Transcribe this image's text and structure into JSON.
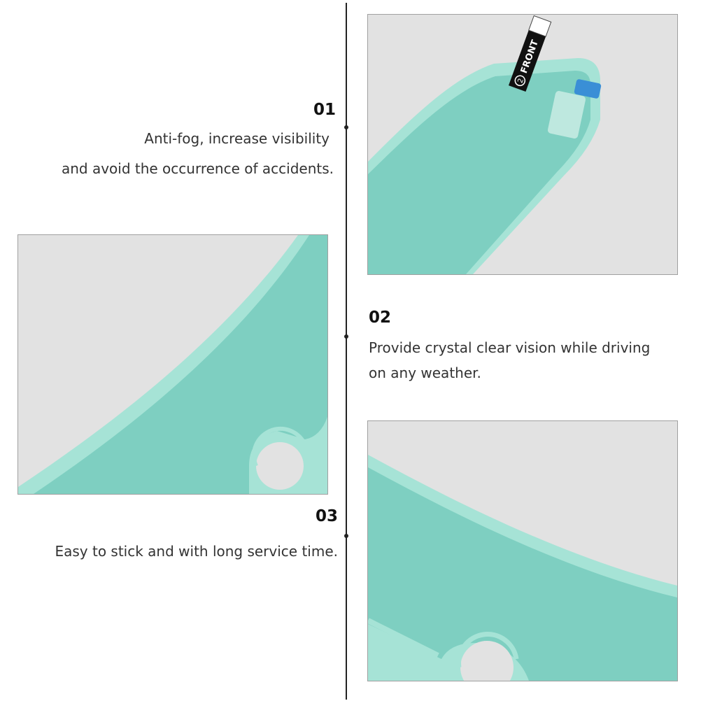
{
  "features": [
    {
      "number": "01",
      "lines": [
        "Anti-fog, increase visibility",
        "and avoid the occurrence of accidents."
      ]
    },
    {
      "number": "02",
      "lines": [
        "Provide crystal clear vision while driving",
        "on any weather."
      ]
    },
    {
      "number": "03",
      "lines": [
        "Easy to stick and with long service time."
      ]
    }
  ],
  "product_label": {
    "text": "FRONT",
    "badge": "2"
  },
  "colors": {
    "film": "#7ecfc1",
    "film_edge": "#a6e3d6",
    "background": "#e2e2e2",
    "tab": "#3a8fd6",
    "line": "#222222"
  },
  "icons": [
    "film-photo",
    "timeline-dot"
  ]
}
